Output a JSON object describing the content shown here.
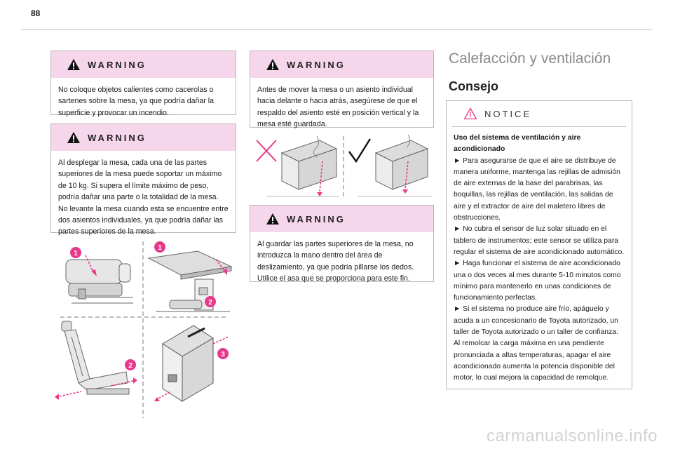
{
  "page": {
    "number": "88"
  },
  "warnings": [
    {
      "title": "WARNING",
      "text": "No coloque objetos calientes como cacerolas o sartenes sobre la mesa, ya que podría dañar la superficie y provocar un incendio."
    },
    {
      "title": "WARNING",
      "text": "Al desplegar la mesa, cada una de las partes superiores de la mesa puede soportar un máximo de 10 kg. Si supera el límite máximo de peso, podría dañar una parte o la totalidad de la mesa. No levante la mesa cuando esta se encuentre entre dos asientos individuales, ya que podría dañar las partes superiores de la mesa."
    },
    {
      "title": "WARNING",
      "text": "Antes de mover la mesa o un asiento individual hacia delante o hacia atrás, asegúrese de que el respaldo del asiento esté en posición vertical y la mesa esté guardada."
    },
    {
      "title": "WARNING",
      "text": "Al guardar las partes superiores de la mesa, no introduzca la mano dentro del área de deslizamiento, ya que podría pillarse los dedos. Utilice el asa que se proporciona para este fin."
    }
  ],
  "section": {
    "title": "Calefacción y ventilación",
    "subtitle": "Consejo"
  },
  "notice": {
    "title": "NOTICE",
    "heading": "Uso del sistema de ventilación y aire acondicionado",
    "items": [
      "► Para asegurarse de que el aire se distribuye de manera uniforme, mantenga las rejillas de admisión de aire externas de la base del parabrisas, las boquillas, las rejillas de ventilación, las salidas de aire y el extractor de aire del maletero libres de obstrucciones.",
      "► No cubra el sensor de luz solar situado en el tablero de instrumentos; este sensor se utiliza para regular el sistema de aire acondicionado automático.",
      "► Haga funcionar el sistema de aire acondicionado una o dos veces al mes durante 5-10 minutos como mínimo para mantenerlo en unas condiciones de funcionamiento perfectas.",
      "► Si el sistema no produce aire frío, apáguelo y acuda a un concesionario de Toyota autorizado, un taller de Toyota autorizado o un taller de confianza.",
      "Al remolcar la carga máxima en una pendiente pronunciada a altas temperaturas, apagar el aire acondicionado aumenta la potencia disponible del motor, lo cual mejora la capacidad de remolque."
    ]
  },
  "figure_labels": {
    "step1": "1",
    "step2": "2",
    "step3": "3"
  },
  "footer": {
    "watermark": "carmanualsonline.info"
  },
  "colors": {
    "accent": "#e8388a",
    "warning_band": "#f6d6ea"
  }
}
